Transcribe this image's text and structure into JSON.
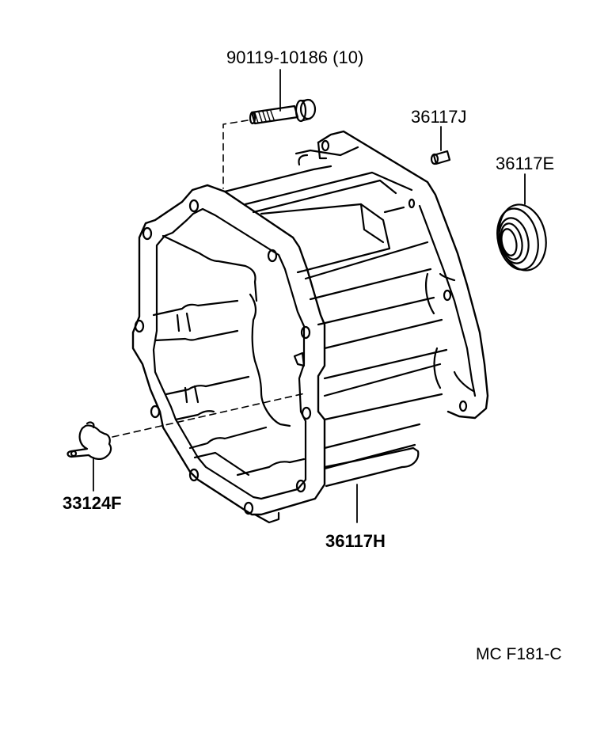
{
  "diagram": {
    "type": "exploded parts diagram",
    "subject": "transmission bell housing",
    "colors": {
      "background": "#ffffff",
      "line": "#000000"
    },
    "parts": [
      {
        "id": "bolt",
        "part_number": "90119-10186 (10)",
        "description": "flange bolt"
      },
      {
        "id": "pin",
        "part_number": "36117J",
        "description": "straight pin"
      },
      {
        "id": "oil-seal",
        "part_number": "36117E",
        "description": "oil seal"
      },
      {
        "id": "housing",
        "part_number": "36117H",
        "description": "clutch/bell housing"
      },
      {
        "id": "clip",
        "part_number": "33124F",
        "description": "clip / fitting"
      }
    ],
    "figure_code": "MC F181-C"
  }
}
